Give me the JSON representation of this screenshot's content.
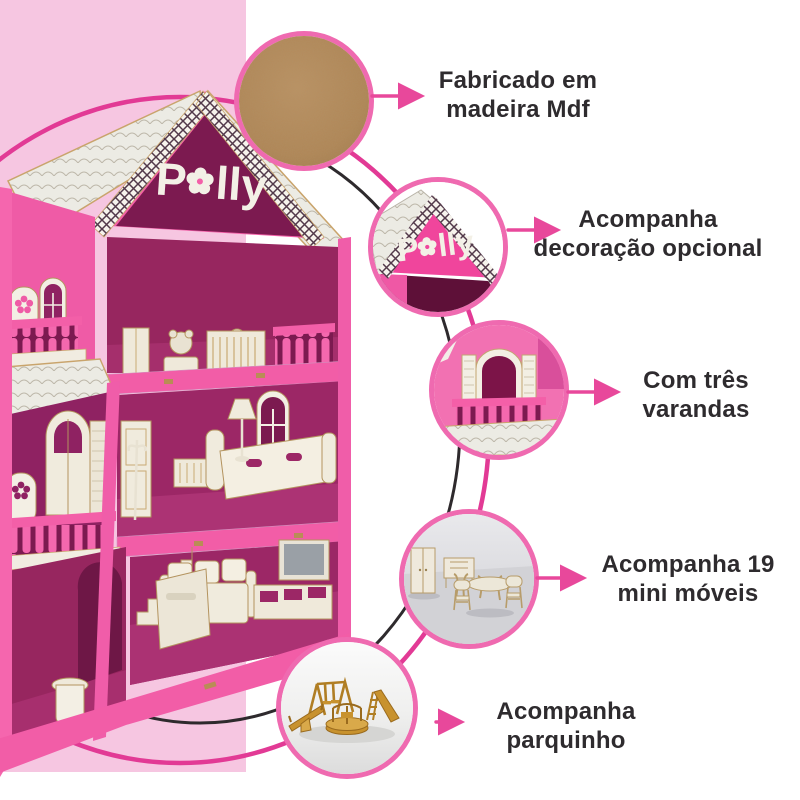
{
  "title": "Polly dollhouse features infographic",
  "colors": {
    "accent_arrow_pink": "#e8489b",
    "band_pink": "#f6c6e1",
    "ring_pink": "#e23a95",
    "ring_black": "#2e2a2d",
    "bubble_border_pink": "#ef6ab0",
    "text_dark": "#2e2b2e",
    "house_frame_pink": "#f25da7",
    "house_interior_magenta": "#9c2766",
    "mdf_wood_brown": "#b3895a",
    "playground_wood_gold": "#c28a2e"
  },
  "house": {
    "sign_first": "P",
    "sign_rest": "lly",
    "sign_full": "Polly"
  },
  "features": [
    {
      "line1": "Fabricado em",
      "line2": "madeira Mdf",
      "bubble": "mdf-wood-texture"
    },
    {
      "line1": "Acompanha",
      "line2": "decoração opcional",
      "bubble": "roof-polly-sign"
    },
    {
      "line1": "Com três",
      "line2": "varandas",
      "bubble": "balcony"
    },
    {
      "line1": "Acompanha 19",
      "line2": "mini móveis",
      "bubble": "mini-furniture"
    },
    {
      "line1": "Acompanha",
      "line2": "parquinho",
      "bubble": "playground"
    }
  ]
}
